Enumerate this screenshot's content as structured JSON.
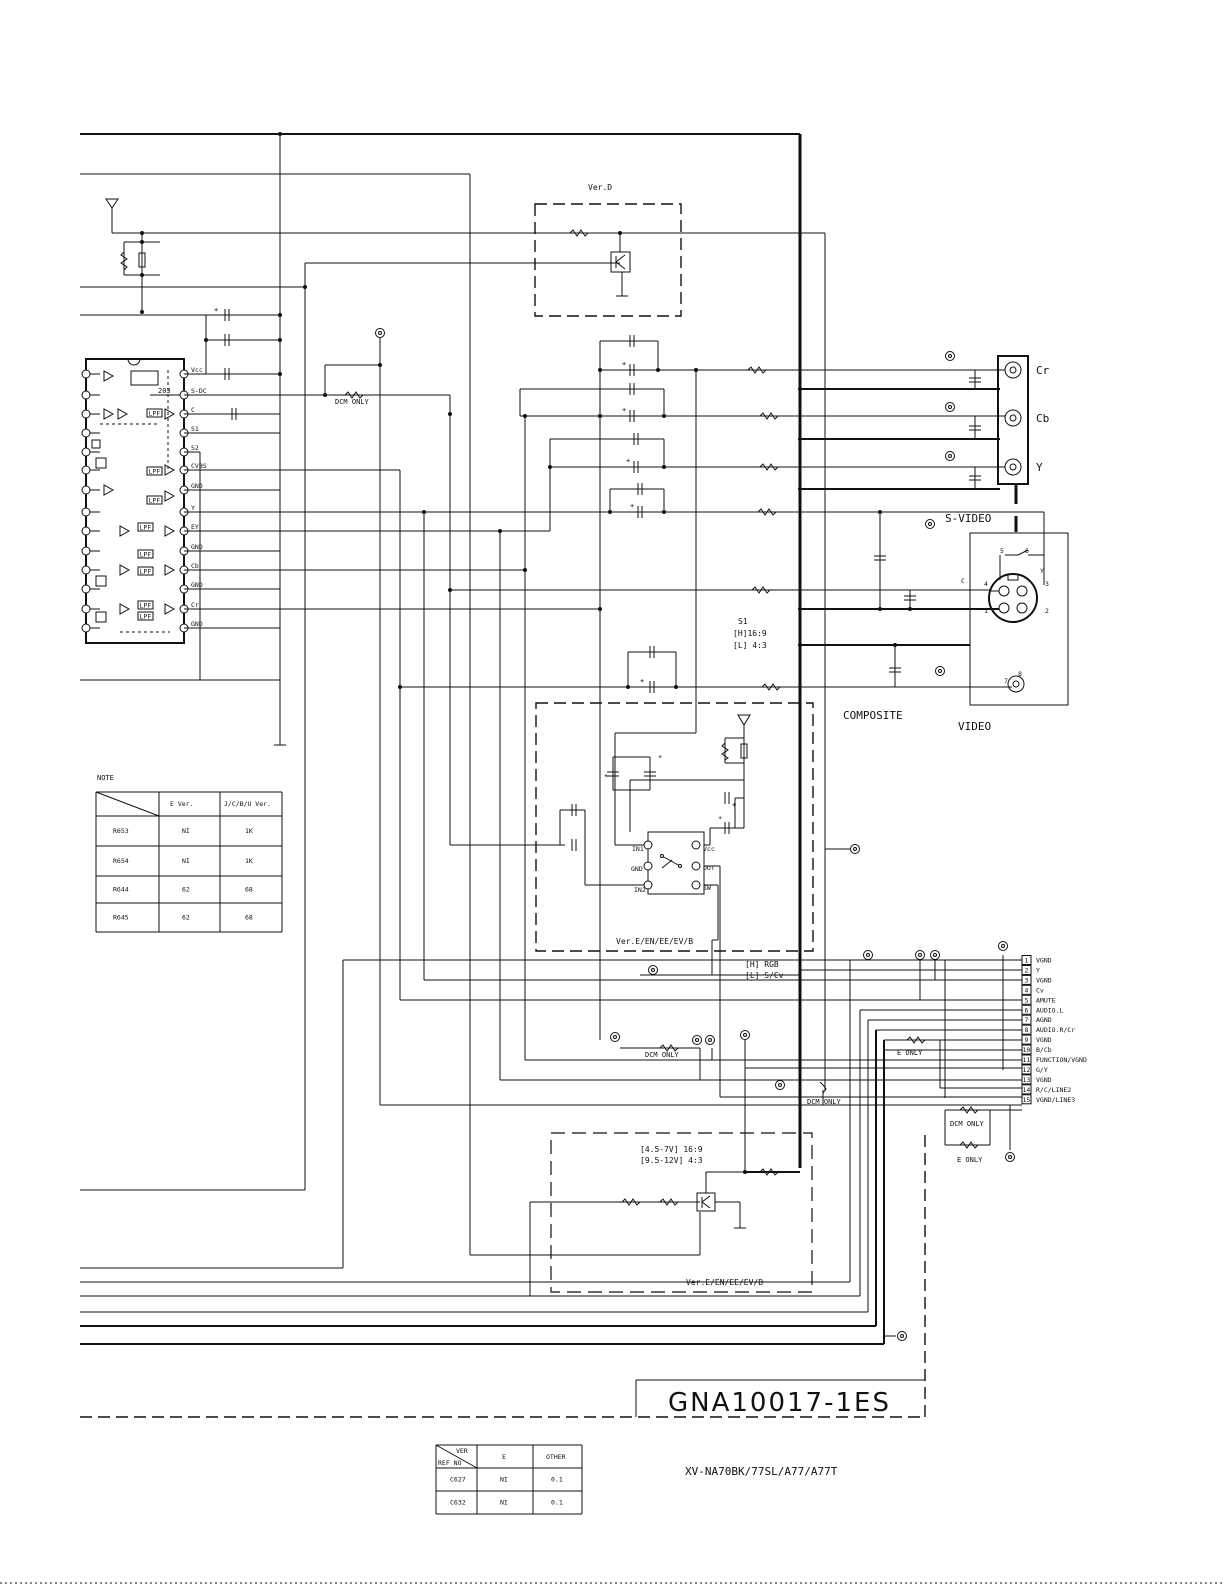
{
  "labels": {
    "ver_d": "Ver.D",
    "ver_e_box1": "Ver.E/EN/EE/EV/B",
    "ver_e_box2": "Ver.E/EN/EE/EV/B",
    "s1_title": "S1",
    "s1_h": "[H]16:9",
    "s1_l": "[L] 4:3",
    "rgb_h": "[H] RGB",
    "rgb_l": "[L] S/Cv",
    "volt_h": "[4.5-7V] 16:9",
    "volt_l": "[9.5-12V] 4:3",
    "composite": "COMPOSITE",
    "video": "VIDEO",
    "s_video": "S-VIDEO",
    "dcm_only_1": "DCM ONLY",
    "dcm_only_2": "DCM ONLY",
    "dcm_only_3": "DCM ONLY",
    "dcm_only_4": "DCM ONLY",
    "e_only_1": "E ONLY",
    "e_only_2": "E ONLY",
    "cr": "Cr",
    "cb": "Cb",
    "y": "Y",
    "r203": "203",
    "board_id": "GNA10017-1ES",
    "model": "XV-NA70BK/77SL/A77/A77T"
  },
  "ic_pins_right": [
    "Vcc",
    "S-DC",
    "C",
    "S1",
    "S2",
    "CVBS",
    "GND",
    "Y",
    "EY",
    "GND",
    "Cb",
    "GND",
    "Cr",
    "GND"
  ],
  "ic_blocks": [
    "LPF",
    "LPF",
    "LPF",
    "LPF",
    "LPF",
    "LPF",
    "LPF",
    "LPF"
  ],
  "switch_ic_pins": {
    "in1": "IN1",
    "gnd": "GND",
    "in2": "IN2",
    "vcc": "Vcc",
    "out": "OUT",
    "sw": "SW"
  },
  "svideo_pins": {
    "p5": "5",
    "p6": "6",
    "p4": "4",
    "p3": "3",
    "p1": "1",
    "p2": "2",
    "p7": "7",
    "p8": "8",
    "c": "C",
    "y": "Y"
  },
  "connector": {
    "numbers": [
      "1",
      "2",
      "3",
      "4",
      "5",
      "6",
      "7",
      "8",
      "9",
      "10",
      "11",
      "12",
      "13",
      "14",
      "15"
    ],
    "signals": [
      "VGND",
      "Y",
      "VGND",
      "Cv",
      "AMUTE",
      "AUDIO.L",
      "AGND",
      "AUDIO.R/Cr",
      "VGND",
      "B/Cb",
      "FUNCTION/VGND",
      "G/Y",
      "VGND",
      "R/C/LINE2",
      "VGND/LINE3"
    ]
  },
  "note_table": {
    "title": "NOTE",
    "headers": [
      "",
      "E Ver.",
      "J/C/B/U Ver."
    ],
    "rows": [
      [
        "R653",
        "NI",
        "1K"
      ],
      [
        "R654",
        "NI",
        "1K"
      ],
      [
        "R644",
        "62",
        "68"
      ],
      [
        "R645",
        "62",
        "68"
      ]
    ]
  },
  "ver_table": {
    "corner_top": "VER",
    "corner_bottom": "REF NO",
    "headers": [
      "E",
      "OTHER"
    ],
    "rows": [
      [
        "C627",
        "NI",
        "0.1"
      ],
      [
        "C632",
        "NI",
        "0.1"
      ]
    ]
  }
}
